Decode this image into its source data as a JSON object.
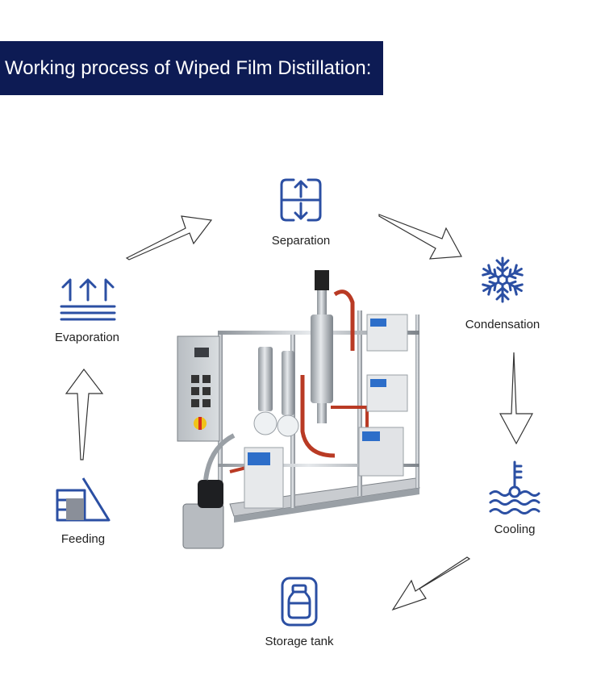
{
  "title": "Working process of Wiped Film Distillation:",
  "accent_color": "#2b4fa3",
  "banner_color": "#0d1b54",
  "steps": [
    {
      "label": "Separation",
      "icon": "separation-arrows-icon"
    },
    {
      "label": "Condensation",
      "icon": "snowflake-icon"
    },
    {
      "label": "Cooling",
      "icon": "thermometer-water-icon"
    },
    {
      "label": "Storage tank",
      "icon": "storage-tank-icon"
    },
    {
      "label": "Feeding",
      "icon": "feeding-icon"
    },
    {
      "label": "Evaporation",
      "icon": "evaporation-icon"
    }
  ],
  "flow_order": [
    "Feeding",
    "Evaporation",
    "Separation",
    "Condensation",
    "Cooling",
    "Storage tank"
  ]
}
